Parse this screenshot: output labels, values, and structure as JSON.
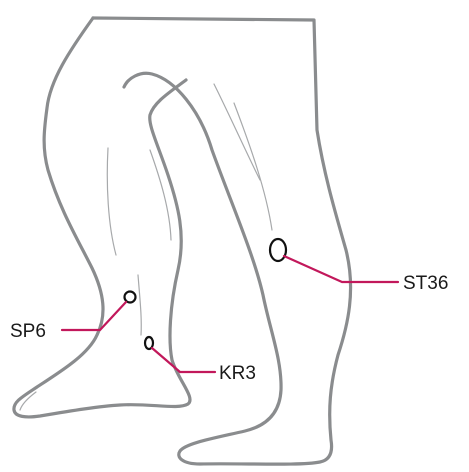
{
  "colors": {
    "outline": "#8a8c8e",
    "detail": "#a7a9ab",
    "point_stroke": "#111111",
    "leader": "#c2185b",
    "label_text": "#1a1a1a"
  },
  "points": [
    {
      "id": "st36",
      "label": "ST36"
    },
    {
      "id": "sp6",
      "label": "SP6"
    },
    {
      "id": "kr3",
      "label": "KR3"
    }
  ]
}
